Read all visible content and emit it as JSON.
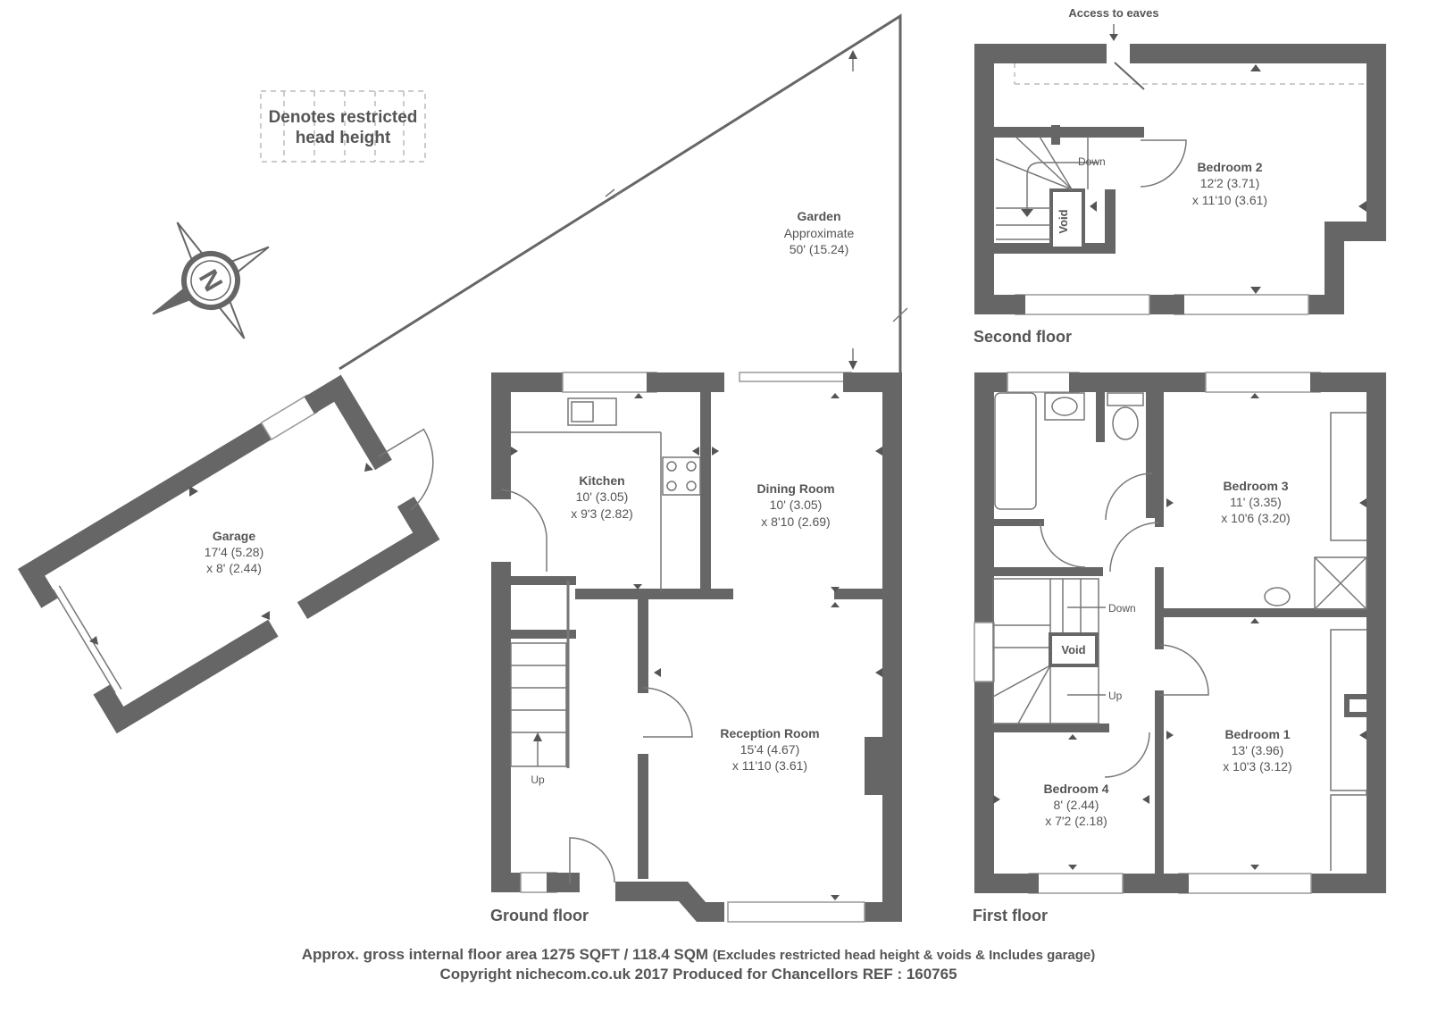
{
  "legend": {
    "line1": "Denotes restricted",
    "line2": "head height"
  },
  "compass": {
    "letter": "N"
  },
  "garden": {
    "name": "Garden",
    "line2": "Approximate",
    "line3": "50' (15.24)"
  },
  "garage": {
    "name": "Garage",
    "dim1": "17'4 (5.28)",
    "dim2": "x 8' (2.44)"
  },
  "ground_floor": {
    "label": "Ground floor",
    "rooms": [
      {
        "name": "Kitchen",
        "dim1": "10' (3.05)",
        "dim2": "x 9'3 (2.82)"
      },
      {
        "name": "Dining Room",
        "dim1": "10' (3.05)",
        "dim2": "x 8'10 (2.69)"
      },
      {
        "name": "Reception Room",
        "dim1": "15'4 (4.67)",
        "dim2": "x 11'10 (3.61)"
      }
    ],
    "stairs_label": "Up"
  },
  "first_floor": {
    "label": "First floor",
    "rooms": [
      {
        "name": "Bedroom 3",
        "dim1": "11' (3.35)",
        "dim2": "x 10'6 (3.20)"
      },
      {
        "name": "Bedroom 1",
        "dim1": "13' (3.96)",
        "dim2": "x 10'3 (3.12)"
      },
      {
        "name": "Bedroom 4",
        "dim1": "8' (2.44)",
        "dim2": "x 7'2 (2.18)"
      }
    ],
    "down_label": "Down",
    "up_label": "Up",
    "void_label": "Void"
  },
  "second_floor": {
    "label": "Second floor",
    "access_label": "Access to eaves",
    "rooms": [
      {
        "name": "Bedroom 2",
        "dim1": "12'2 (3.71)",
        "dim2": "x 11'10 (3.61)"
      }
    ],
    "down_label": "Down",
    "void_label": "Void"
  },
  "footer": {
    "area_main": "Approx. gross internal floor area 1275 SQFT / 118.4 SQM",
    "area_note": "(Excludes restricted head height & voids & Includes garage)",
    "copyright": "Copyright nichecom.co.uk 2017 Produced for Chancellors REF : 160765"
  }
}
